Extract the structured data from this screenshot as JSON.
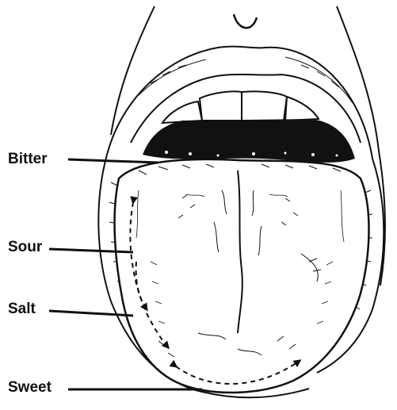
{
  "diagram": {
    "labels": {
      "bitter": "Bitter",
      "sour": "Sour",
      "salt": "Salt",
      "sweet": "Sweet"
    },
    "colors": {
      "ink": "#111111",
      "background": "#ffffff"
    },
    "illustration": "open-mouth-tongue-drawing"
  }
}
